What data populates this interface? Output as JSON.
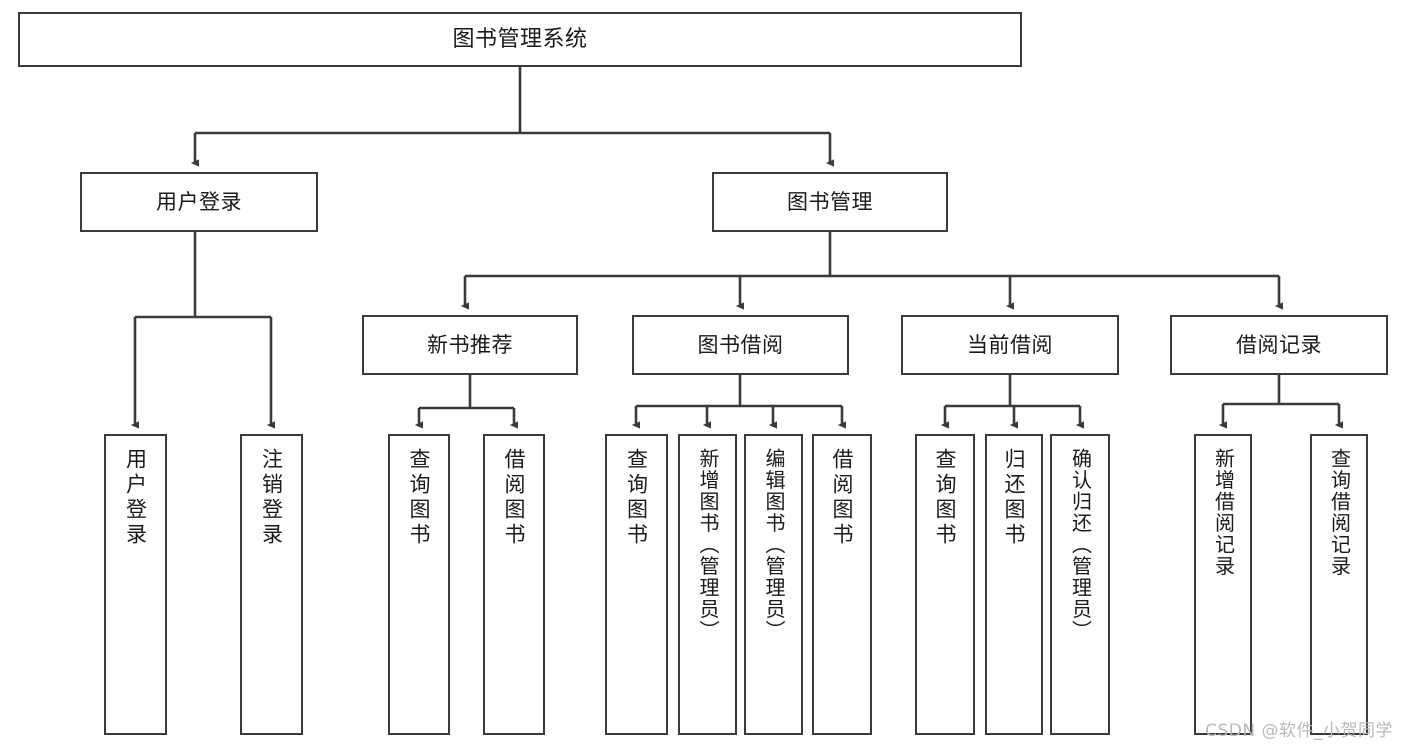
{
  "diagram": {
    "title": "图书管理系统",
    "type": "tree-hierarchy",
    "watermark": "CSDN @软件_小贺同学",
    "stroke_color": "#3a3a3a",
    "fill_color": "#ffffff",
    "text_color": "#1a1a1a",
    "nodes": {
      "root": {
        "label": "图书管理系统"
      },
      "level1": [
        {
          "id": "user-login",
          "label": "用户登录"
        },
        {
          "id": "book-manage",
          "label": "图书管理"
        }
      ],
      "level2": [
        {
          "id": "new-book-recommend",
          "label": "新书推荐"
        },
        {
          "id": "book-borrow",
          "label": "图书借阅"
        },
        {
          "id": "current-borrow",
          "label": "当前借阅"
        },
        {
          "id": "borrow-record",
          "label": "借阅记录"
        }
      ],
      "leaves": {
        "user-login": [
          {
            "id": "leaf-user-login",
            "label": "用户登录"
          },
          {
            "id": "leaf-logout-login",
            "label": "注销登录"
          }
        ],
        "new-book-recommend": [
          {
            "id": "leaf-query-book-1",
            "label": "查询图书"
          },
          {
            "id": "leaf-borrow-book-1",
            "label": "借阅图书"
          }
        ],
        "book-borrow": [
          {
            "id": "leaf-query-book-2",
            "label": "查询图书"
          },
          {
            "id": "leaf-add-book-admin",
            "label": "新增图书（管理员）"
          },
          {
            "id": "leaf-edit-book-admin",
            "label": "编辑图书（管理员）"
          },
          {
            "id": "leaf-borrow-book-2",
            "label": "借阅图书"
          }
        ],
        "current-borrow": [
          {
            "id": "leaf-query-book-3",
            "label": "查询图书"
          },
          {
            "id": "leaf-return-book",
            "label": "归还图书"
          },
          {
            "id": "leaf-confirm-return-admin",
            "label": "确认归还（管理员）"
          }
        ],
        "borrow-record": [
          {
            "id": "leaf-add-borrow-record",
            "label": "新增借阅记录"
          },
          {
            "id": "leaf-query-borrow-record",
            "label": "查询借阅记录"
          }
        ]
      }
    }
  }
}
